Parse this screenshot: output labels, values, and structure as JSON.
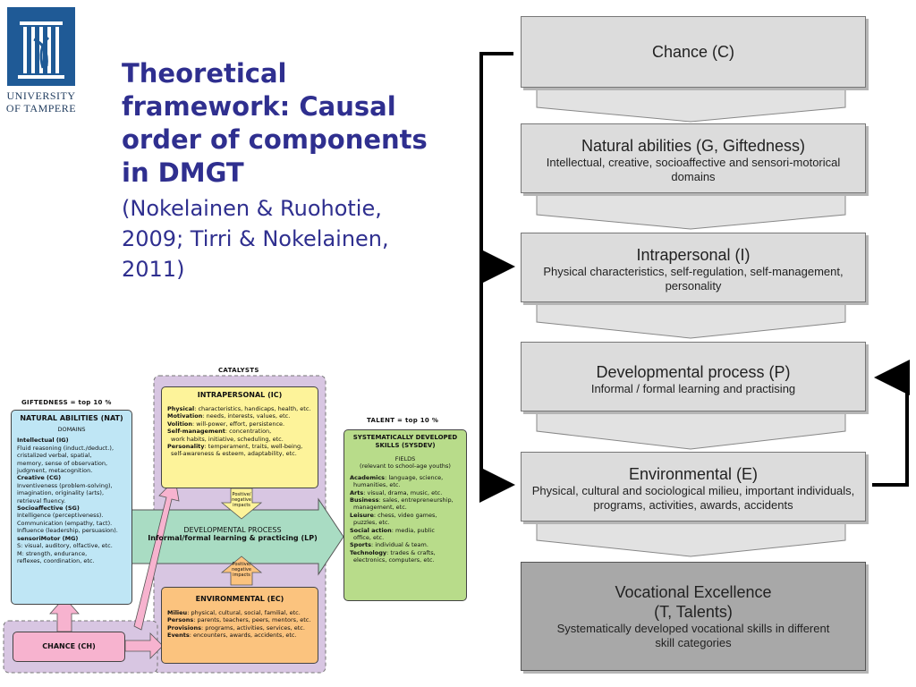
{
  "logo": {
    "line1": "UNIVERSITY",
    "line2": "OF TAMPERE"
  },
  "title": {
    "lines": [
      "Theoretical",
      "framework: Causal",
      "order of components",
      "in DMGT"
    ],
    "citation_lines": [
      "(Nokelainen & Ruohotie,",
      "2009; Tirri & Nokelainen,",
      "2011)"
    ]
  },
  "flow": {
    "chance": {
      "head": "Chance (C)"
    },
    "natural": {
      "head": "Natural abilities (G, Giftedness)",
      "sub": [
        "Intellectual, creative, socioaffective and sensori-motorical",
        "domains"
      ]
    },
    "intrapersonal": {
      "head": "Intrapersonal (I)",
      "sub": [
        "Physical characteristics, self-regulation, self-management,",
        "personality"
      ]
    },
    "developmental": {
      "head": "Developmental process (P)",
      "sub": [
        "Informal / formal learning and practising"
      ]
    },
    "environmental": {
      "head": "Environmental (E)",
      "sub": [
        "Physical, cultural and sociological milieu, important individuals,",
        "programs, activities, awards, accidents"
      ]
    },
    "vocational": {
      "head": [
        "Vocational Excellence",
        "(T, Talents)"
      ],
      "sub": [
        "Systematically developed vocational skills in different",
        "skill categories"
      ]
    }
  },
  "diagram": {
    "catalysts_label": "CATALYSTS",
    "giftedness_label": "GIFTEDNESS = top 10 %",
    "talent_label": "TALENT = top 10 %",
    "nat": {
      "title": "NATURAL ABILITIES (NAT)",
      "domains": "DOMAINS",
      "lines": [
        {
          "b": "Intellectual (IG)",
          "t": ""
        },
        {
          "b": "",
          "t": "Fluid reasoning (induct./deduct.),"
        },
        {
          "b": "",
          "t": "cristalized verbal, spatial,"
        },
        {
          "b": "",
          "t": "memory, sense of observation,"
        },
        {
          "b": "",
          "t": "judgment, metacognition."
        },
        {
          "b": "",
          "t": " "
        },
        {
          "b": "Creative (CG)",
          "t": ""
        },
        {
          "b": "",
          "t": "Inventiveness (problem-solving),"
        },
        {
          "b": "",
          "t": "imagination, originality (arts),"
        },
        {
          "b": "",
          "t": "retrieval fluency."
        },
        {
          "b": "",
          "t": " "
        },
        {
          "b": "Socioaffective (SG)",
          "t": ""
        },
        {
          "b": "",
          "t": "Intelligence (perceptiveness)."
        },
        {
          "b": "",
          "t": "Communication (empathy, tact)."
        },
        {
          "b": "",
          "t": "Influence (leadership, persuasion)."
        },
        {
          "b": "",
          "t": " "
        },
        {
          "b": "sensoriMotor (MG)",
          "t": ""
        },
        {
          "b": "",
          "t": "S: visual, auditory, olfactive, etc."
        },
        {
          "b": "",
          "t": "M: strength, endurance,"
        },
        {
          "b": "",
          "t": "reflexes, coordination, etc."
        }
      ]
    },
    "ic": {
      "title": "INTRAPERSONAL (IC)",
      "lines": [
        {
          "b": "Physical",
          "t": ": characteristics, handicaps, health, etc."
        },
        {
          "b": "Motivation",
          "t": ": needs, interests, values, etc."
        },
        {
          "b": "Volition",
          "t": ": will-power, effort, persistence."
        },
        {
          "b": "Self-management",
          "t": ": concentration,"
        },
        {
          "b": "",
          "t": "work habits, initiative, scheduling, etc."
        },
        {
          "b": "Personality",
          "t": ": temperament, traits, well-being,"
        },
        {
          "b": "",
          "t": "self-awareness & esteem, adaptability, etc."
        }
      ]
    },
    "impacts_label": [
      "Positive/",
      "negative",
      "impacts"
    ],
    "lp": {
      "title": "DEVELOPMENTAL PROCESS",
      "sub": "Informal/formal learning & practicing (LP)"
    },
    "ec": {
      "title": "ENVIRONMENTAL (EC)",
      "lines": [
        {
          "b": "Milieu",
          "t": ": physical, cultural, social, familial, etc."
        },
        {
          "b": "Persons",
          "t": ": parents, teachers, peers, mentors, etc."
        },
        {
          "b": "Provisions",
          "t": ": programs, activities, services, etc."
        },
        {
          "b": "Events",
          "t": ": encounters, awards, accidents, etc."
        }
      ]
    },
    "chance": {
      "title": "CHANCE (CH)"
    },
    "sysdev": {
      "title": [
        "SYSTEMATICALLY DEVELOPED",
        "SKILLS (SYSDEV)"
      ],
      "fields": "FIELDS",
      "fields_sub": "(relevant to school-age youths)",
      "lines": [
        {
          "b": "Academics",
          "t": ": language, science,"
        },
        {
          "b": "",
          "t": "humanities, etc."
        },
        {
          "b": "Arts",
          "t": ": visual, drama, music, etc."
        },
        {
          "b": "Business",
          "t": ": sales, entrepreneurship,"
        },
        {
          "b": "",
          "t": "management, etc."
        },
        {
          "b": "Leisure",
          "t": ": chess, video games,"
        },
        {
          "b": "",
          "t": "puzzles, etc."
        },
        {
          "b": "Social action",
          "t": ": media, public"
        },
        {
          "b": "",
          "t": "office, etc."
        },
        {
          "b": "Sports",
          "t": ": individual & team."
        },
        {
          "b": "Technology",
          "t": ": trades & crafts,"
        },
        {
          "b": "",
          "t": "electronics, computers, etc."
        }
      ]
    }
  },
  "colors": {
    "title": "#2f2f8f",
    "flow_box": "#dcdcdc",
    "final_box": "#a8a8a8",
    "nat_blue": "#bfe6f5",
    "ic_yellow": "#fdf39a",
    "ec_orange": "#fbc37e",
    "sysdev_green": "#b8dc8a",
    "catalyst_purple": "#d8c6e2",
    "chance_pink": "#f7b3cf",
    "lp_green": "#a9dcc3"
  }
}
